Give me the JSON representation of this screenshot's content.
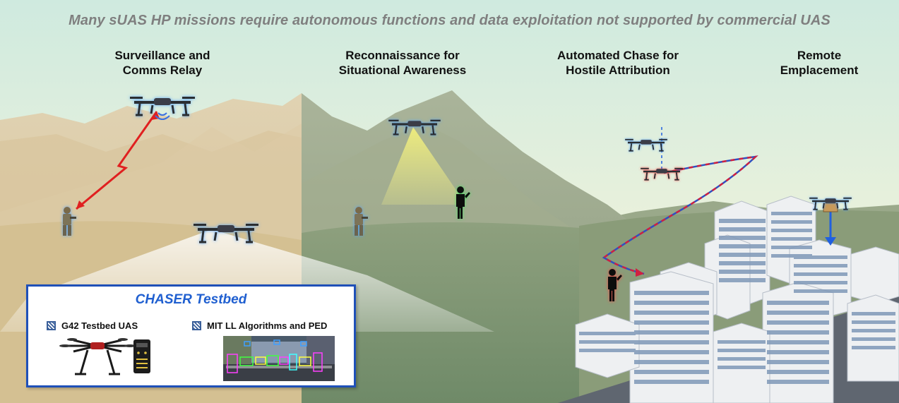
{
  "headline": "Many sUAS HP missions require autonomous functions and data exploitation not supported by commercial UAS",
  "columns": [
    {
      "line1": "Surveillance and",
      "line2": "Comms Relay"
    },
    {
      "line1": "Reconnaissance for",
      "line2": "Situational Awareness"
    },
    {
      "line1": "Automated Chase for",
      "line2": "Hostile Attribution"
    },
    {
      "line1": "Remote",
      "line2": "Emplacement"
    }
  ],
  "testbed": {
    "title": "CHASER Testbed",
    "left_label": "G42 Testbed UAS",
    "right_label": "MIT LL Algorithms and PED"
  },
  "colors": {
    "headline": "#7f7f7f",
    "testbed_border": "#1f50b8",
    "testbed_title": "#1f5fd0",
    "link_arrow": "#e02020",
    "chase_path_red": "#d02040",
    "chase_path_blue": "#3050c0",
    "emplacement_arrow": "#2060e0"
  },
  "icons": [
    "drone-icon",
    "soldier-icon",
    "silhouette-person-icon",
    "building-icon",
    "package-icon",
    "lightning-link-icon",
    "flight-controller-icon"
  ]
}
